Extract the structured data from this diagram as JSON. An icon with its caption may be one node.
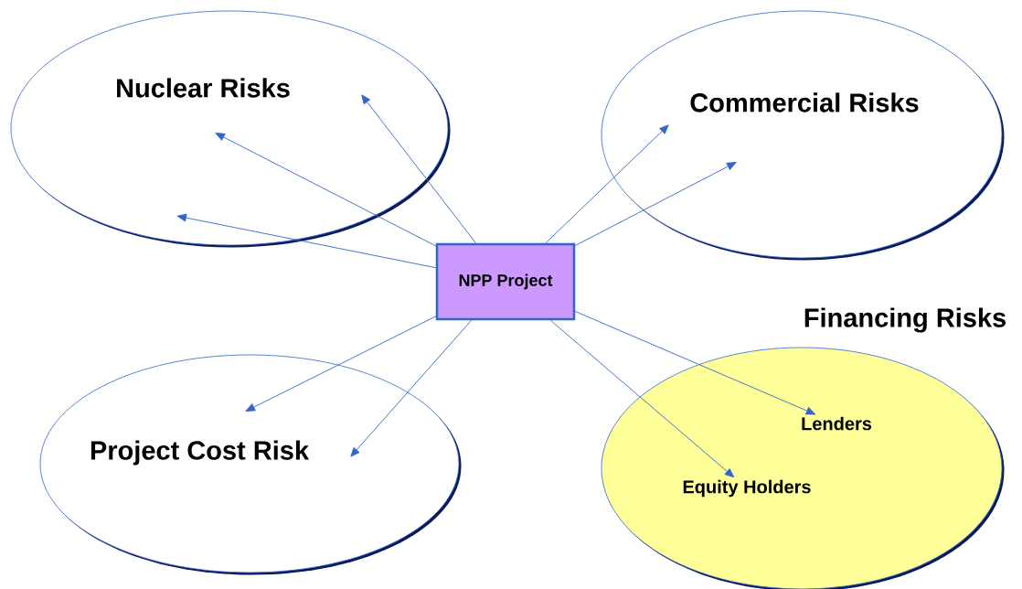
{
  "diagram": {
    "nodes": [
      {
        "text": [
          "Nuclear Risks"
        ]
      },
      {
        "text": [
          "Commercial Risks"
        ]
      },
      {
        "text": [
          "NPP Project"
        ]
      },
      {
        "text": [
          "Financing Risks"
        ]
      },
      {
        "text": [
          "Lenders"
        ],
        "in": 3
      },
      {
        "text": [
          "Equity Holders"
        ],
        "in": 3
      },
      {
        "text": [
          "Project Cost Risk"
        ]
      }
    ],
    "edges": [
      {
        "from": 2,
        "to": 0,
        "arrow": "to"
      },
      {
        "from": 2,
        "to": 0,
        "arrow": "to"
      },
      {
        "from": 2,
        "to": 0,
        "arrow": "to"
      },
      {
        "from": 2,
        "to": 1,
        "arrow": "to"
      },
      {
        "from": 2,
        "to": 1,
        "arrow": "to"
      },
      {
        "from": 2,
        "to": 4,
        "arrow": "to"
      },
      {
        "from": 2,
        "to": 5,
        "arrow": "to"
      },
      {
        "from": 2,
        "to": 6,
        "arrow": "to"
      },
      {
        "from": 2,
        "to": 6,
        "arrow": "to"
      }
    ]
  }
}
